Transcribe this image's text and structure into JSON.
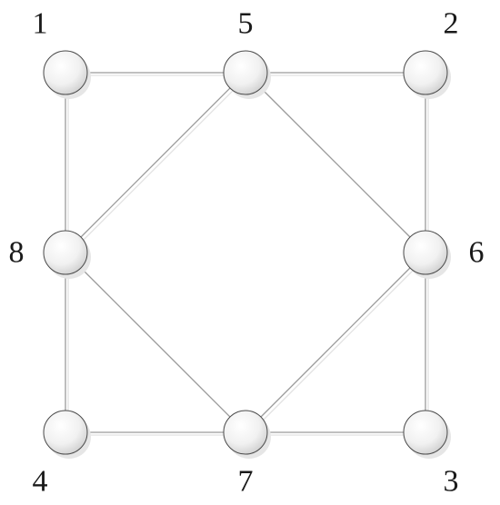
{
  "nodes": [
    {
      "id": "1",
      "label": "1"
    },
    {
      "id": "5",
      "label": "5"
    },
    {
      "id": "2",
      "label": "2"
    },
    {
      "id": "8",
      "label": "8"
    },
    {
      "id": "6",
      "label": "6"
    },
    {
      "id": "4",
      "label": "4"
    },
    {
      "id": "7",
      "label": "7"
    },
    {
      "id": "3",
      "label": "3"
    }
  ],
  "edges": [
    [
      "1",
      "5"
    ],
    [
      "5",
      "2"
    ],
    [
      "1",
      "8"
    ],
    [
      "8",
      "4"
    ],
    [
      "2",
      "6"
    ],
    [
      "6",
      "3"
    ],
    [
      "4",
      "7"
    ],
    [
      "7",
      "3"
    ],
    [
      "5",
      "8"
    ],
    [
      "5",
      "6"
    ],
    [
      "8",
      "7"
    ],
    [
      "6",
      "7"
    ]
  ],
  "colors": {
    "edge": "#9a9a9a",
    "node_stroke": "#4a4a4a",
    "node_fill_light": "#ffffff",
    "node_fill_dark": "#d4d4d4",
    "label": "#1a1a1a"
  }
}
